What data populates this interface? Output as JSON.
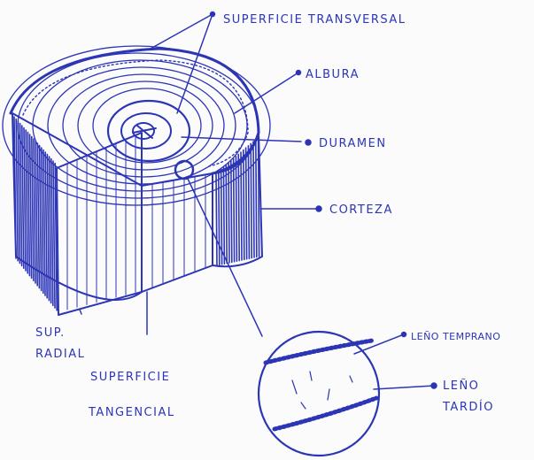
{
  "labels": {
    "superficie_transversal": "SUPERFICIE TRANSVERSAL",
    "albura": "ALBURA",
    "duramen": "DURAMEN",
    "corteza": "CORTEZA",
    "sup_radial_line1": "SUP.",
    "sup_radial_line2": "RADIAL",
    "superficie_tangencial_line1": "SUPERFICIE",
    "superficie_tangencial_line2": "TANGENCIAL",
    "leno_temprano": "LEÑO TEMPRANO",
    "leno_tardio_line1": "LEÑO",
    "leno_tardio_line2": "TARDÍO"
  },
  "colors": {
    "ink": "#2c35b5",
    "paper": "#fbfbfb"
  }
}
